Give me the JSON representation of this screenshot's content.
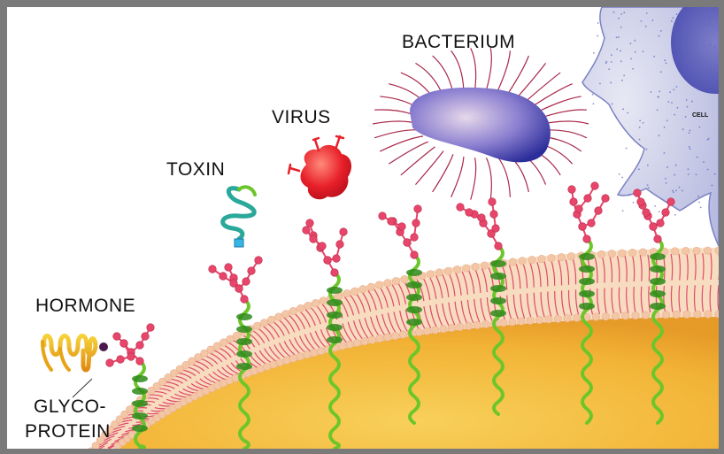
{
  "labels": {
    "hormone": "HORMONE",
    "glyco": "GLYCO-",
    "protein": "PROTEIN",
    "toxin": "TOXIN",
    "virus": "VIRUS",
    "bacterium": "BACTERIUM",
    "cell": "CELL"
  },
  "colors": {
    "membrane_interior": "#f2b336",
    "lipid_heads": "#f3c6a6",
    "lipid_tails": "#e04a6a",
    "protein_helix": "#6cc62a",
    "glycan_chain": "#e8456a",
    "virus": "#e8202a",
    "bacterium": "#4a4eb8",
    "hormone": "#e8a316",
    "toxin": "#2aa89a"
  }
}
